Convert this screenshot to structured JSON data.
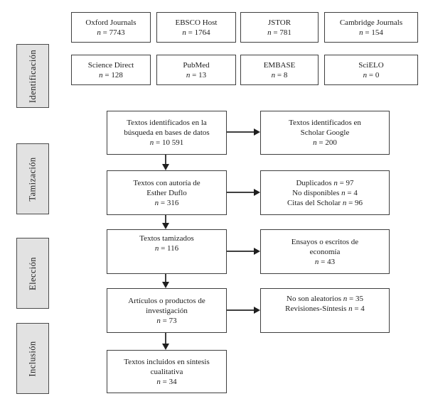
{
  "labels": {
    "n_symbol": "n"
  },
  "colors": {
    "stage_fill": "#e2e2e2",
    "box_border": "#3f3f3f",
    "arrow": "#1f1f1f",
    "text": "#1c1c1c"
  },
  "stages": [
    {
      "label": "Identificación"
    },
    {
      "label": "Tamización"
    },
    {
      "label": "Elección"
    },
    {
      "label": "Inclusión"
    }
  ],
  "databases": {
    "row1": [
      {
        "lines": [
          "Oxford Journals",
          {
            "n": "= 7743"
          }
        ]
      },
      {
        "lines": [
          "EBSCO Host",
          {
            "n": "= 1764"
          }
        ]
      },
      {
        "lines": [
          "JSTOR",
          {
            "n": "= 781"
          }
        ]
      },
      {
        "lines": [
          "Cambridge Journals",
          {
            "n": "= 154"
          }
        ]
      }
    ],
    "row2": [
      {
        "lines": [
          "Science Direct",
          {
            "n": "= 128"
          }
        ]
      },
      {
        "lines": [
          "PubMed",
          {
            "n": "= 13"
          }
        ]
      },
      {
        "lines": [
          "EMBASE",
          {
            "n": "= 8"
          }
        ]
      },
      {
        "lines": [
          "SciELO",
          {
            "n": "= 0"
          }
        ]
      }
    ]
  },
  "flow_main": [
    {
      "lines": [
        "Textos identificados en la",
        "búsqueda en bases de datos",
        {
          "n": "= 10 591"
        }
      ]
    },
    {
      "lines": [
        "Textos con autoría de",
        "Esther Duflo",
        {
          "n": "= 316"
        }
      ]
    },
    {
      "lines": [
        "Textos tamizados",
        {
          "n": "= 116"
        }
      ]
    },
    {
      "lines": [
        "Artículos o productos de",
        "investigación",
        {
          "n": "= 73"
        }
      ]
    },
    {
      "lines": [
        "Textos incluidos en síntesis",
        "cualitativa",
        {
          "n": "= 34"
        }
      ]
    }
  ],
  "flow_side": [
    {
      "lines": [
        "Textos identificados en",
        "Scholar Google",
        {
          "n": "= 200"
        }
      ]
    },
    {
      "lines": [
        {
          "pre": "Duplicados",
          "n": "= 97"
        },
        {
          "pre": "No disponibles",
          "n": "= 4"
        },
        {
          "pre": "Citas del Scholar",
          "n": "= 96"
        }
      ]
    },
    {
      "lines": [
        "Ensayos o escritos de",
        "economía",
        {
          "n": "= 43"
        }
      ]
    },
    {
      "lines": [
        {
          "pre": "No son aleatorios",
          "n": "= 35"
        },
        {
          "pre": "Revisiones-Síntesis",
          "n": "= 4"
        }
      ]
    }
  ]
}
